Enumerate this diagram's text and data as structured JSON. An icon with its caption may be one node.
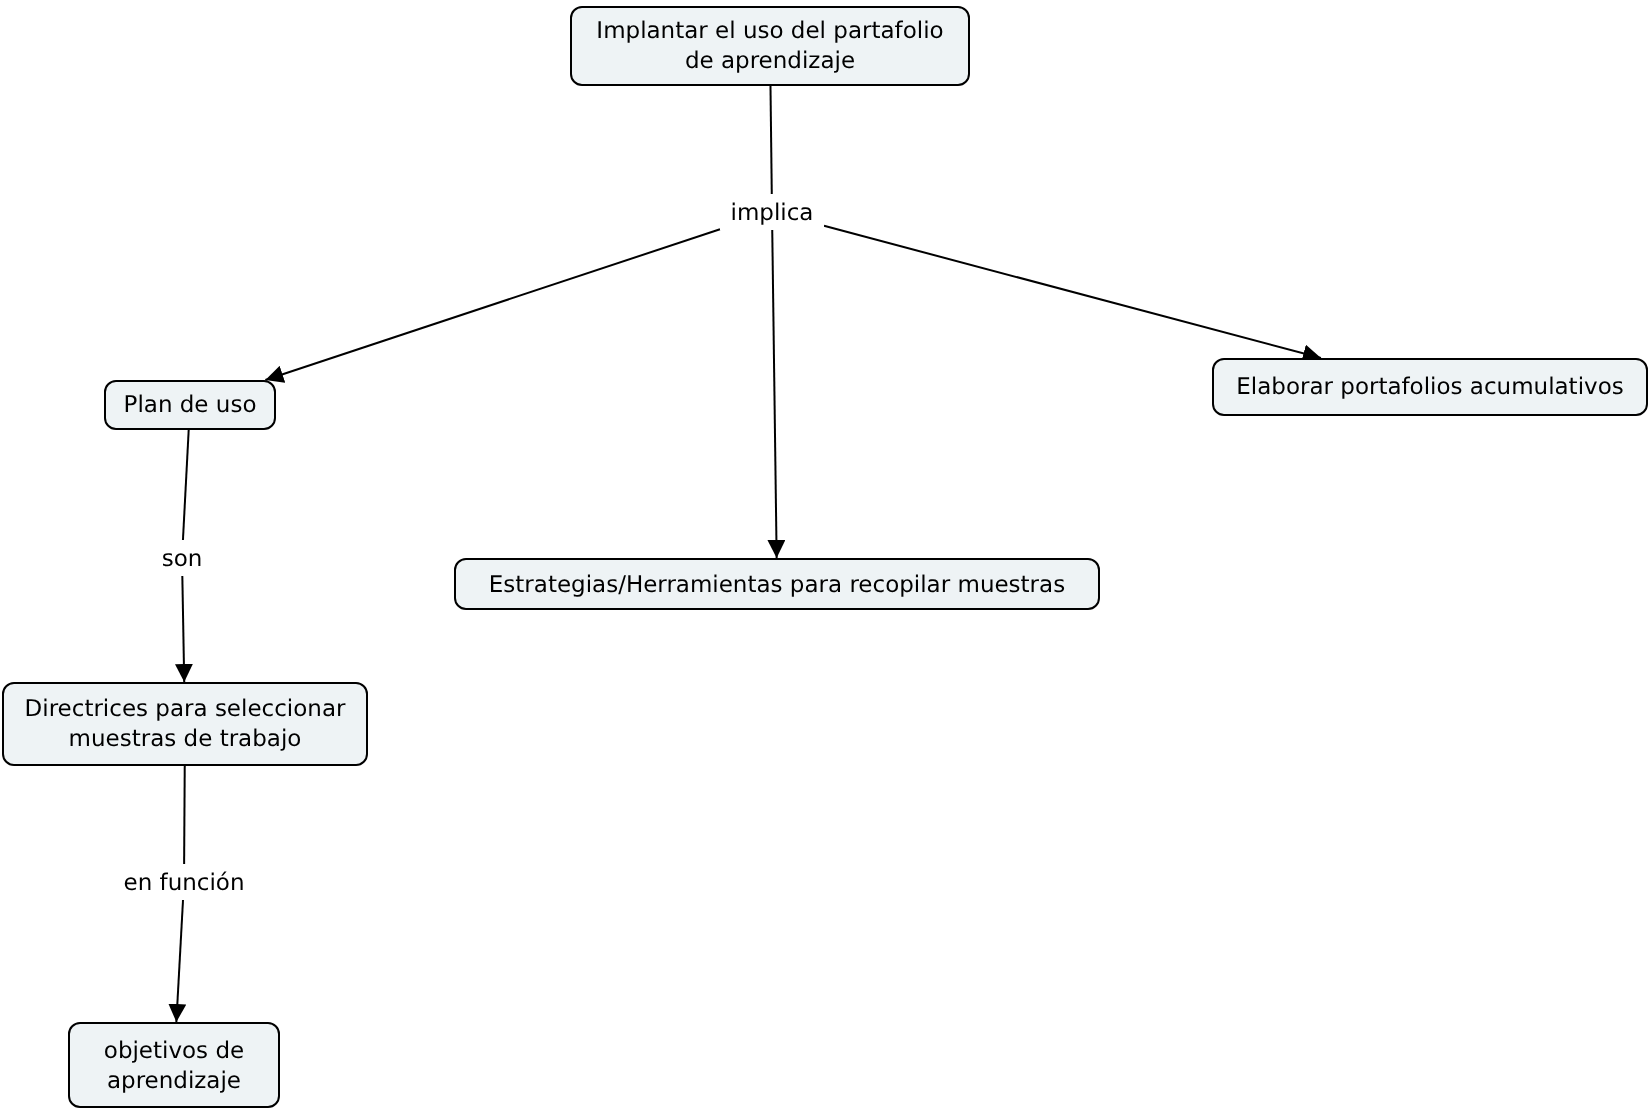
{
  "diagram": {
    "nodes": [
      {
        "text": [
          "Implantar el uso del partafolio de aprendizaje"
        ]
      },
      {
        "text": [
          "implica"
        ]
      },
      {
        "text": [
          "Plan de uso"
        ]
      },
      {
        "text": [
          "Estrategias/Herramientas para recopilar muestras"
        ]
      },
      {
        "text": [
          "Elaborar portafolios acumulativos"
        ]
      },
      {
        "text": [
          "son"
        ]
      },
      {
        "text": [
          "Directrices para seleccionar muestras de trabajo"
        ]
      },
      {
        "text": [
          "en función"
        ]
      },
      {
        "text": [
          "objetivos de aprendizaje"
        ]
      }
    ],
    "edges": [
      {
        "from": 0,
        "to": 1,
        "arrow": "none"
      },
      {
        "from": 1,
        "to": 2,
        "arrow": "to"
      },
      {
        "from": 1,
        "to": 3,
        "arrow": "to"
      },
      {
        "from": 1,
        "to": 4,
        "arrow": "to"
      },
      {
        "from": 2,
        "to": 5,
        "arrow": "none"
      },
      {
        "from": 5,
        "to": 6,
        "arrow": "to"
      },
      {
        "from": 6,
        "to": 7,
        "arrow": "none"
      },
      {
        "from": 7,
        "to": 8,
        "arrow": "to"
      }
    ]
  }
}
